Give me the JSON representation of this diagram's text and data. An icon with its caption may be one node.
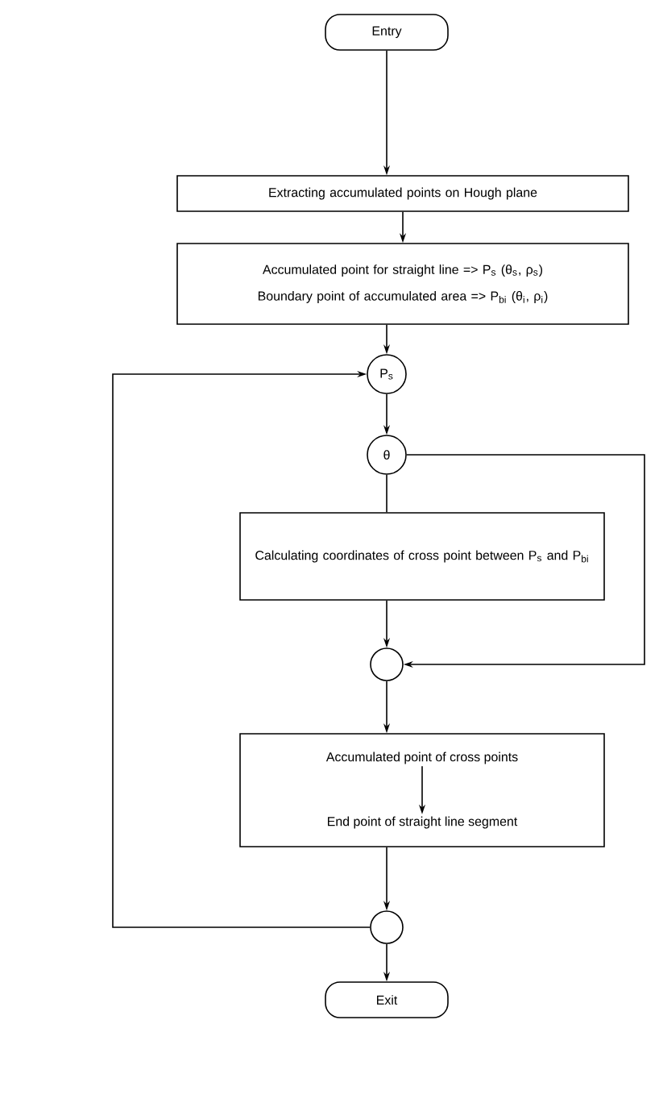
{
  "diagram": {
    "nodes": [
      {
        "text": [
          "Entry"
        ]
      },
      {
        "text": [
          "Extracting accumulated points on Hough plane"
        ]
      },
      {
        "text": [
          "Accumulated point for straight line => P$_{s}$ (θ$_{s}$, ρ$_{s}$)",
          "Boundary point of accumulated area => P$_{bi}$ (θ$_{i}$, ρ$_{i}$)"
        ]
      },
      {
        "text": [
          "P$_{s}$"
        ]
      },
      {
        "text": [
          "θ"
        ]
      },
      {
        "text": [
          "Calculating coordinates of cross point between P$_{s}$ and P$_{bi}$"
        ]
      },
      {
        "text": [],
        "shape": "circle"
      },
      {
        "text": [],
        "shape": "box"
      },
      {
        "text": [
          "Accumulated point of cross points"
        ],
        "in": 7
      },
      {
        "text": [
          "End point of straight line segment"
        ],
        "in": 7
      },
      {
        "text": [],
        "shape": "circle"
      },
      {
        "text": [
          "Exit"
        ]
      }
    ],
    "edges": [
      {
        "from": 0,
        "to": 1,
        "arrow": "to"
      },
      {
        "from": 1,
        "to": 2,
        "arrow": "to"
      },
      {
        "from": 2,
        "to": 3,
        "arrow": "to"
      },
      {
        "from": 3,
        "to": 4,
        "arrow": "to"
      },
      {
        "from": 4,
        "to": 5,
        "arrow": "none"
      },
      {
        "from": 4,
        "to": 6,
        "arrow": "to"
      },
      {
        "from": 5,
        "to": 6,
        "arrow": "to"
      },
      {
        "from": 6,
        "to": 7,
        "arrow": "to"
      },
      {
        "from": 8,
        "to": 9,
        "arrow": "to"
      },
      {
        "from": 7,
        "to": 10,
        "arrow": "to"
      },
      {
        "from": 10,
        "to": 3,
        "arrow": "to"
      },
      {
        "from": 10,
        "to": 11,
        "arrow": "to"
      }
    ]
  }
}
